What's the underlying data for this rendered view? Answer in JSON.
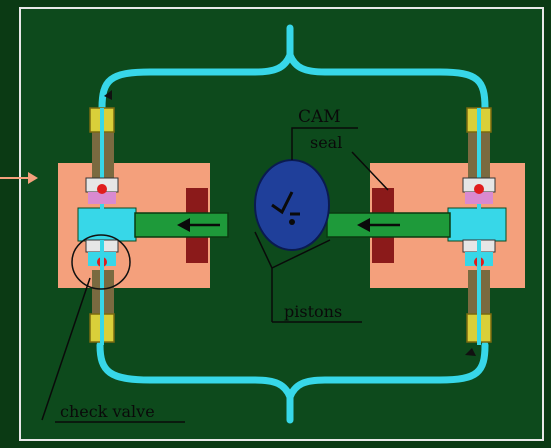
{
  "labels": {
    "cam": "CAM",
    "seal": "seal",
    "pistons": "pistons",
    "check_valve": "check valve"
  },
  "colors": {
    "background": "#0b3a14",
    "panel": "#0d4a1c",
    "tube": "#37d7e8",
    "block": "#f4a07c",
    "piston": "#1e9a3a",
    "seal": "#8b1a1a",
    "cam": "#1f3f9a",
    "fitting": "#d9cf3a",
    "pointer": "#f4a07c",
    "ball": "#e01c1c"
  },
  "icons": {
    "incoming_flow": "arrow-right-icon",
    "piston_direction": "arrow-left-icon",
    "check_ball": "ball-icon"
  }
}
